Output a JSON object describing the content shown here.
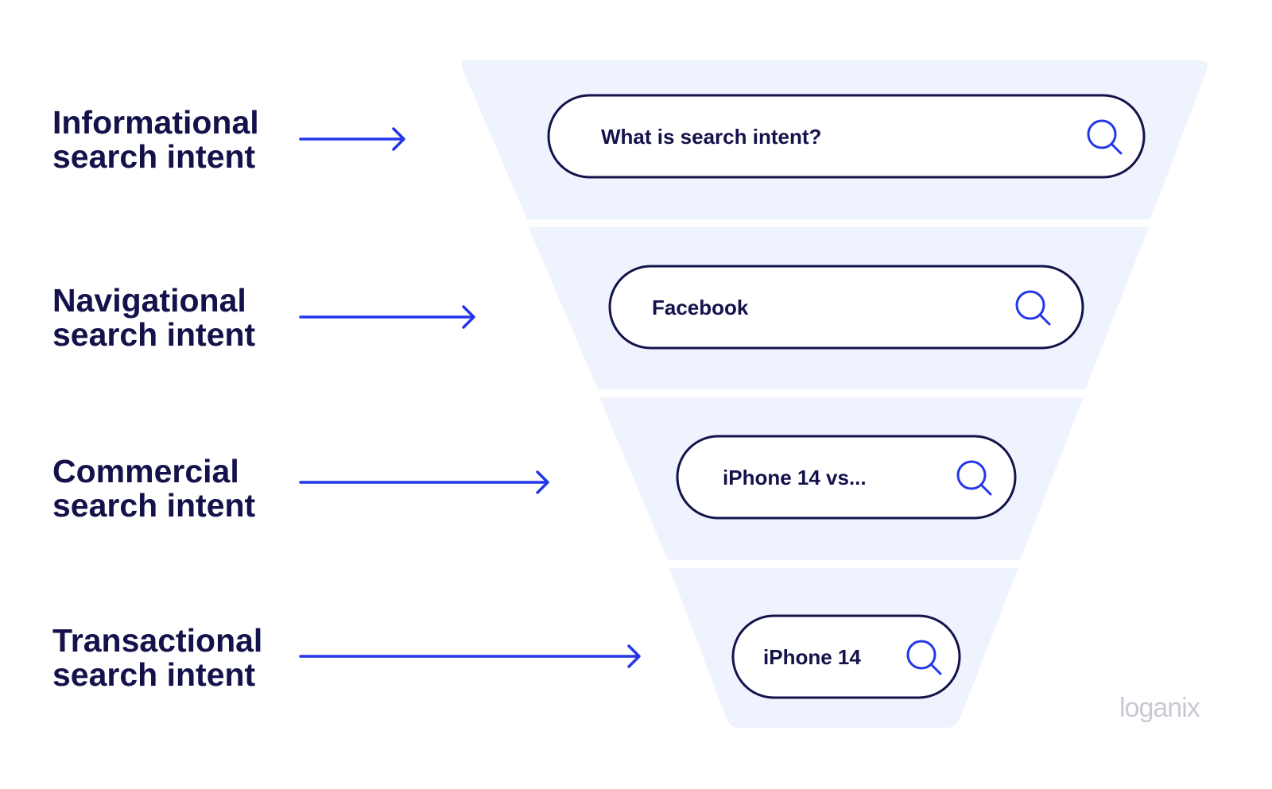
{
  "levels": [
    {
      "title_line1": "Informational",
      "title_line2": "search intent",
      "query": "What is search intent?",
      "icon": "search-icon"
    },
    {
      "title_line1": "Navigational",
      "title_line2": "search intent",
      "query": "Facebook",
      "icon": "search-icon"
    },
    {
      "title_line1": "Commercial",
      "title_line2": "search intent",
      "query": "iPhone 14 vs...",
      "icon": "search-icon"
    },
    {
      "title_line1": "Transactional",
      "title_line2": "search intent",
      "query": "iPhone 14",
      "icon": "search-icon"
    }
  ],
  "logo": {
    "text": "loganix"
  },
  "colors": {
    "funnel_fill": "#eff3fd",
    "text_dark": "#14124a",
    "arrow": "#2336e8",
    "search_icon": "#2336e8",
    "logo": "#c9c9d6"
  }
}
